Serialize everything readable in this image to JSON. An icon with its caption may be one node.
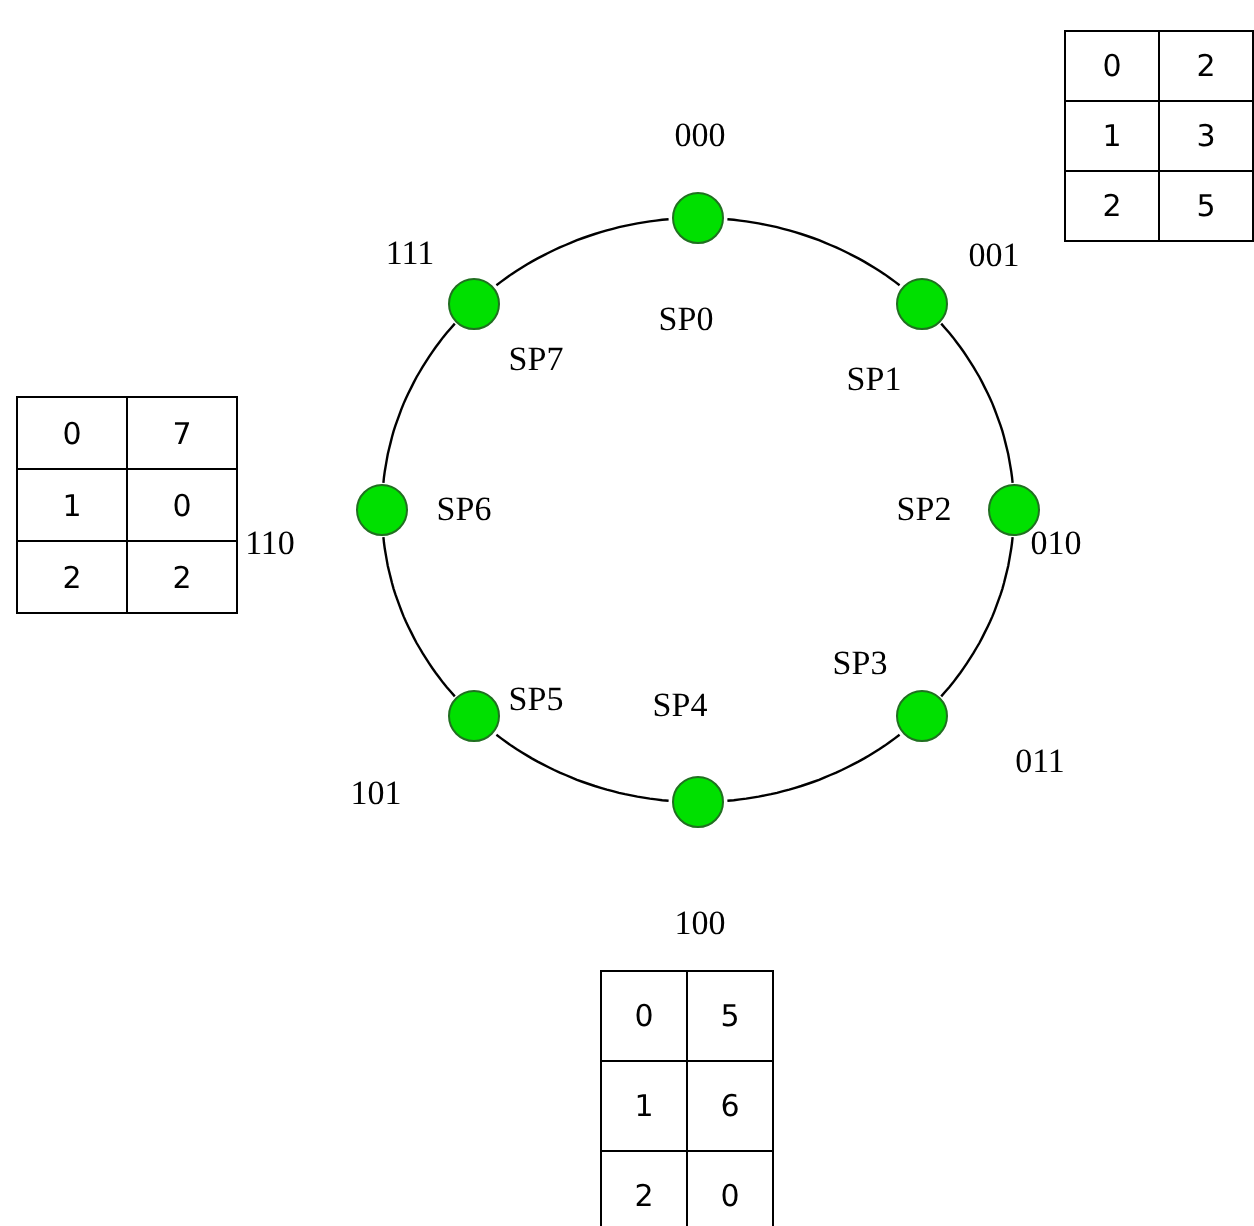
{
  "diagram": {
    "nodes": [
      {
        "text": [],
        "shape": "circle",
        "beside": [
          "000",
          "SP0"
        ]
      },
      {
        "text": [],
        "shape": "circle",
        "beside": [
          "001",
          "SP1"
        ]
      },
      {
        "text": [],
        "shape": "circle",
        "beside": [
          "010",
          "SP2"
        ]
      },
      {
        "text": [],
        "shape": "circle",
        "beside": [
          "011",
          "SP3"
        ]
      },
      {
        "text": [],
        "shape": "circle",
        "beside": [
          "100",
          "SP4"
        ]
      },
      {
        "text": [],
        "shape": "circle",
        "beside": [
          "101",
          "SP5"
        ]
      },
      {
        "text": [],
        "shape": "circle",
        "beside": [
          "110",
          "SP6"
        ]
      },
      {
        "text": [],
        "shape": "circle",
        "beside": [
          "111",
          "SP7"
        ]
      }
    ],
    "edges": [
      {
        "from": 0,
        "to": 1,
        "arrow": "none"
      },
      {
        "from": 1,
        "to": 2,
        "arrow": "none"
      },
      {
        "from": 2,
        "to": 3,
        "arrow": "none"
      },
      {
        "from": 3,
        "to": 4,
        "arrow": "none"
      },
      {
        "from": 4,
        "to": 5,
        "arrow": "none"
      },
      {
        "from": 5,
        "to": 6,
        "arrow": "none"
      },
      {
        "from": 6,
        "to": 7,
        "arrow": "none"
      },
      {
        "from": 7,
        "to": 0,
        "arrow": "none"
      }
    ],
    "labels": [
      "0",
      "2",
      "1",
      "3",
      "2",
      "5",
      "0",
      "7",
      "1",
      "0",
      "2",
      "2",
      "0",
      "5",
      "1",
      "6",
      "2",
      "0"
    ]
  }
}
